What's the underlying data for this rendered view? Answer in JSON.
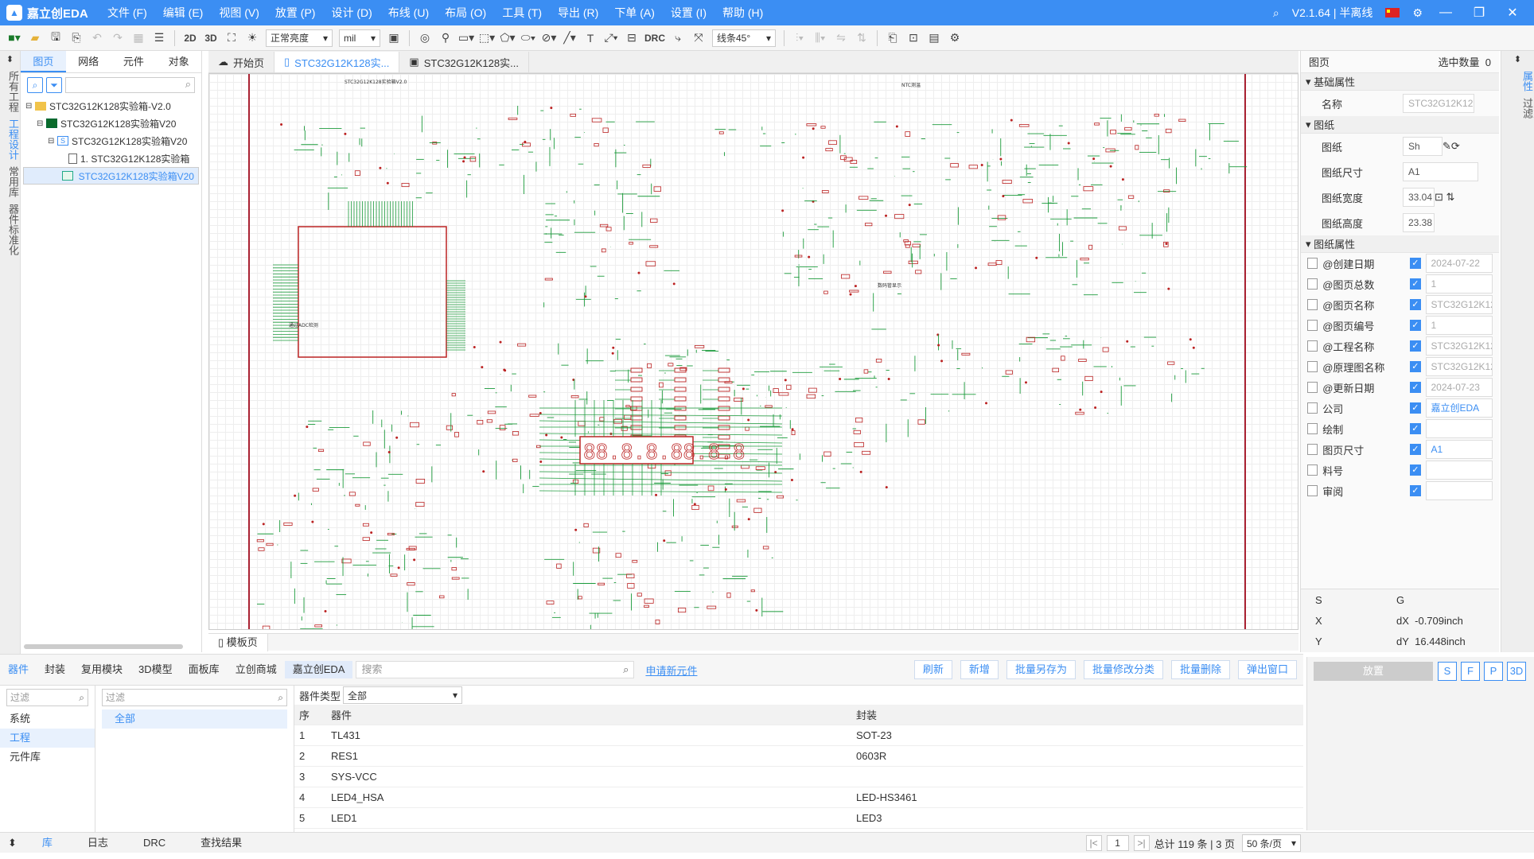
{
  "app": {
    "name": "嘉立创EDA",
    "version": "V2.1.64 | 半离线"
  },
  "menu": [
    "文件 (F)",
    "编辑 (E)",
    "视图 (V)",
    "放置 (P)",
    "设计 (D)",
    "布线 (U)",
    "布局 (O)",
    "工具 (T)",
    "导出 (R)",
    "下单 (A)",
    "设置 (I)",
    "帮助 (H)"
  ],
  "toolbar": {
    "view2d": "2D",
    "view3d": "3D",
    "brightness": "正常亮度",
    "unit": "mil",
    "drc": "DRC",
    "wire_mode": "线条45°"
  },
  "left_rail": [
    "所有工程",
    "工程设计",
    "常用库",
    "器件标准化"
  ],
  "left_panel": {
    "tabs": [
      "图页",
      "网络",
      "元件",
      "对象"
    ],
    "tree": [
      {
        "label": "STC32G12K128实验箱-V2.0",
        "level": 0,
        "icon": "folder"
      },
      {
        "label": "STC32G12K128实验箱V20",
        "level": 1,
        "icon": "board"
      },
      {
        "label": "STC32G12K128实验箱V20",
        "level": 2,
        "icon": "schematic"
      },
      {
        "label": "1. STC32G12K128实验箱",
        "level": 3,
        "icon": "page"
      },
      {
        "label": "STC32G12K128实验箱V20",
        "level": 2,
        "icon": "pcb"
      }
    ]
  },
  "doc_tabs": [
    "开始页",
    "STC32G12K128实...",
    "STC32G12K128实..."
  ],
  "canvas_bottom_tab": "模板页",
  "schematic": {
    "display": "88.8.8.88.8.8",
    "labels": [
      "STC32G12K128实验箱V2.0",
      "通过ADC检测",
      "NTC测温",
      "数码管显示"
    ]
  },
  "right_panel": {
    "header_left": "图页",
    "header_right": "选中数量",
    "selected_count": "0",
    "sections": {
      "basic": "基础属性",
      "sheet": "图纸",
      "sheet_attrs": "图纸属性"
    },
    "name_label": "名称",
    "name_value": "STC32G12K12",
    "sheet_rows": [
      {
        "label": "图纸",
        "value": "Sh"
      },
      {
        "label": "图纸尺寸",
        "value": "A1"
      },
      {
        "label": "图纸宽度",
        "value": "33.04"
      },
      {
        "label": "图纸高度",
        "value": "23.38"
      }
    ],
    "attrs": [
      {
        "label": "@创建日期",
        "value": "2024-07-22"
      },
      {
        "label": "@图页总数",
        "value": "1"
      },
      {
        "label": "@图页名称",
        "value": "STC32G12K12"
      },
      {
        "label": "@图页编号",
        "value": "1"
      },
      {
        "label": "@工程名称",
        "value": "STC32G12K12"
      },
      {
        "label": "@原理图名称",
        "value": "STC32G12K12"
      },
      {
        "label": "@更新日期",
        "value": "2024-07-23"
      },
      {
        "label": "公司",
        "value": "嘉立创EDA"
      },
      {
        "label": "绘制",
        "value": ""
      },
      {
        "label": "图页尺寸",
        "value": "A1"
      },
      {
        "label": "料号",
        "value": ""
      },
      {
        "label": "审阅",
        "value": ""
      }
    ],
    "coords": {
      "s": "S",
      "g": "G",
      "x": "X",
      "y": "Y",
      "dx_label": "dX",
      "dx": "-0.709inch",
      "dy_label": "dY",
      "dy": "16.448inch"
    }
  },
  "right_rail": [
    "属性",
    "过滤"
  ],
  "library": {
    "tabs": [
      "器件",
      "封装",
      "复用模块",
      "3D模型",
      "面板库",
      "立创商城",
      "嘉立创EDA"
    ],
    "search_placeholder": "搜索",
    "apply_link": "申请新元件",
    "buttons": [
      "刷新",
      "新增",
      "批量另存为",
      "批量修改分类",
      "批量删除",
      "弹出窗口"
    ],
    "filter_placeholder": "过滤",
    "categories": [
      "系统",
      "工程",
      "元件库"
    ],
    "all_label": "全部",
    "type_label": "器件类型",
    "type_value": "全部",
    "columns": [
      "序",
      "器件",
      "封装"
    ],
    "rows": [
      {
        "n": "1",
        "device": "TL431",
        "footprint": "SOT-23"
      },
      {
        "n": "2",
        "device": "RES1",
        "footprint": "0603R"
      },
      {
        "n": "3",
        "device": "SYS-VCC",
        "footprint": ""
      },
      {
        "n": "4",
        "device": "LED4_HSA",
        "footprint": "LED-HS3461"
      },
      {
        "n": "5",
        "device": "LED1",
        "footprint": "LED3"
      }
    ],
    "place_label": "放置",
    "view_buttons": [
      "S",
      "F",
      "P",
      "3D"
    ]
  },
  "status": {
    "tabs": [
      "库",
      "日志",
      "DRC",
      "查找结果"
    ],
    "page_num": "1",
    "summary": "总计 119 条 | 3 页",
    "per_page": "50 条/页"
  }
}
